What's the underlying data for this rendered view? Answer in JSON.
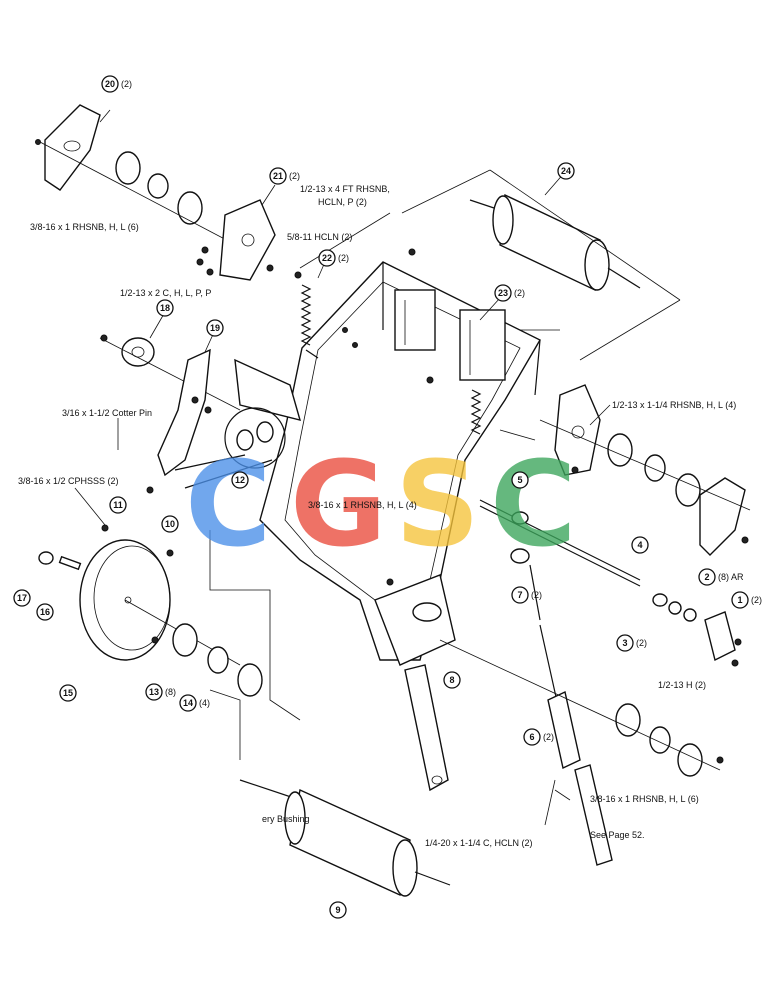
{
  "callouts": [
    {
      "id": "c20",
      "num": "20",
      "qty": "(2)"
    },
    {
      "id": "c21",
      "num": "21",
      "qty": "(2)"
    },
    {
      "id": "c22",
      "num": "22",
      "qty": "(2)"
    },
    {
      "id": "c23",
      "num": "23",
      "qty": "(2)"
    },
    {
      "id": "c24",
      "num": "24",
      "qty": ""
    },
    {
      "id": "c18",
      "num": "18",
      "qty": ""
    },
    {
      "id": "c19",
      "num": "19",
      "qty": ""
    },
    {
      "id": "c12",
      "num": "12",
      "qty": ""
    },
    {
      "id": "c11",
      "num": "11",
      "qty": ""
    },
    {
      "id": "c10",
      "num": "10",
      "qty": ""
    },
    {
      "id": "c5",
      "num": "5",
      "qty": ""
    },
    {
      "id": "c4",
      "num": "4",
      "qty": ""
    },
    {
      "id": "c7",
      "num": "7",
      "qty": "(2)"
    },
    {
      "id": "c2",
      "num": "2",
      "qty": "(8) AR"
    },
    {
      "id": "c1",
      "num": "1",
      "qty": "(2)"
    },
    {
      "id": "c3",
      "num": "3",
      "qty": "(2)"
    },
    {
      "id": "c8",
      "num": "8",
      "qty": ""
    },
    {
      "id": "c6",
      "num": "6",
      "qty": "(2)"
    },
    {
      "id": "c17",
      "num": "17",
      "qty": ""
    },
    {
      "id": "c16",
      "num": "16",
      "qty": ""
    },
    {
      "id": "c15",
      "num": "15",
      "qty": ""
    },
    {
      "id": "c13",
      "num": "13",
      "qty": "(8)"
    },
    {
      "id": "c14",
      "num": "14",
      "qty": "(4)"
    },
    {
      "id": "c9",
      "num": "9",
      "qty": ""
    }
  ],
  "labels": {
    "bolt_3_8_16x1_top": "3/8-16 x 1 RHSNB, H, L (6)",
    "bolt_1_2_13x4": "1/2-13 x 4 FT RHSNB,",
    "bolt_1_2_13x4_b": "HCLN, P (2)",
    "hcln_5_8_11": "5/8-11 HCLN (2)",
    "bolt_1_2_13x2": "1/2-13 x 2 C, H, L, P, P",
    "cotter_pin": "3/16 x 1-1/2 Cotter Pin",
    "cphsss": "3/8-16 x 1/2 CPHSSS (2)",
    "bolt_1_2_13x1_1_4": "1/2-13 x 1-1/4 RHSNB, H, L (4)",
    "bolt_3_8_16x1_center": "3/8-16 x 1 RHSNB, H, L (4)",
    "nut_1_2_13h": "1/2-13 H (2)",
    "bolt_3_8_16x1_bottom": "3/8-16 x 1 RHSNB, H, L (6)",
    "bushing": "ery Bushing",
    "bolt_1_4_20": "1/4-20 x 1-1/4 C, HCLN (2)",
    "see_page": "See Page 52."
  },
  "watermark": {
    "letters": [
      "C",
      "G",
      "S",
      "C"
    ],
    "colors": [
      "#4a8fe8",
      "#ea4b3c",
      "#f6c33a",
      "#3aa55a"
    ]
  }
}
